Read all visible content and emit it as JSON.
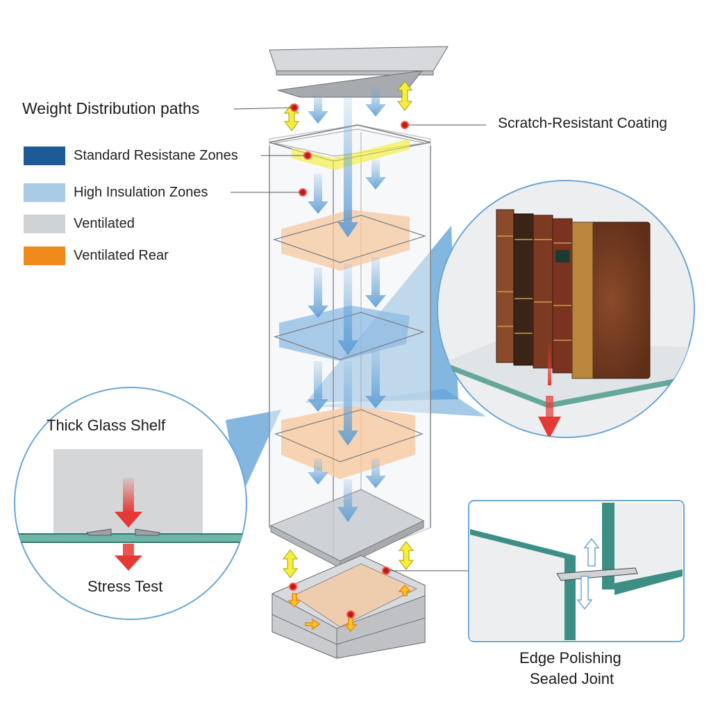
{
  "diagram": {
    "title_labels": {
      "weight_paths": "Weight Distribution paths",
      "scratch_coating": "Scratch-Resistant Coating",
      "thick_shelf": "Thick Glass Shelf",
      "stress_test": "Stress Test",
      "edge_polishing": "Edge Polishing",
      "sealed_joint": "Sealed Joint"
    },
    "legend": [
      {
        "label": "Standard Resistane Zones",
        "color": "#1e5a96"
      },
      {
        "label": "High Insulation Zones",
        "color": "#a9cbe6"
      },
      {
        "label": "Ventilated",
        "color": "#cfd2d7"
      },
      {
        "label": "Ventilated Rear",
        "color": "#f08a1c"
      }
    ],
    "colors": {
      "flow_arrow": "#6fa8d8",
      "highlight_yellow": "#f5ee3a",
      "marker_red": "#d21f1f",
      "glass_edge": "#3d8f86",
      "callout_blue": "#6aa6d6",
      "orange_zone": "#f6c9a0",
      "blue_zone": "#8dbbe3"
    }
  }
}
